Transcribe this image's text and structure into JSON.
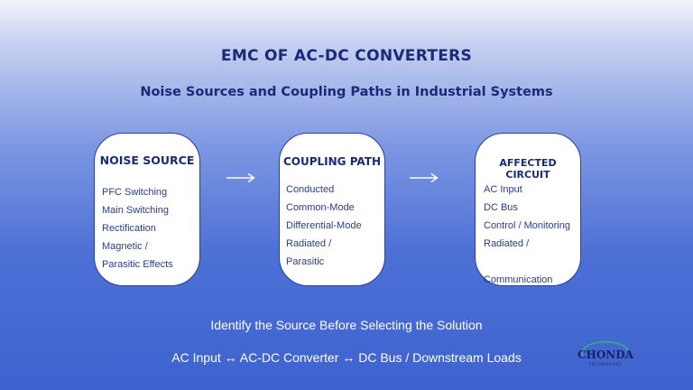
{
  "title": "EMC OF AC-DC CONVERTERS",
  "subtitle": "Noise Sources and Coupling Paths in Industrial Systems",
  "cards": [
    {
      "heading": "NOISE SOURCE",
      "items": [
        "PFC Switching",
        "Main Switching",
        "Rectification",
        "Magnetic /",
        "Parasitic Effects"
      ]
    },
    {
      "heading": "COUPLING PATH",
      "items": [
        "Conducted",
        "Common-Mode",
        "Differential-Mode",
        "Radiated /",
        "Parasitic"
      ]
    },
    {
      "heading": "AFFECTED CIRCUIT",
      "items": [
        "AC Input",
        "DC Bus",
        "Control / Monitoring",
        "Radiated /",
        "Communication"
      ]
    }
  ],
  "footer": {
    "tagline": "Identify the Source Before Selecting the Solution",
    "flow": "AC Input ↔ AC-DC Converter ↔ DC Bus / Downstream Loads"
  },
  "logo": {
    "text": "CHONDA",
    "sub": "TECHNOLOGY"
  },
  "colors": {
    "heading": "#1a2a78",
    "card_border": "#2a3f9a",
    "card_text": "#2a3c8e",
    "accent_green": "#2bb673"
  },
  "icons": [
    "right-arrow-icon",
    "right-arrow-icon"
  ]
}
